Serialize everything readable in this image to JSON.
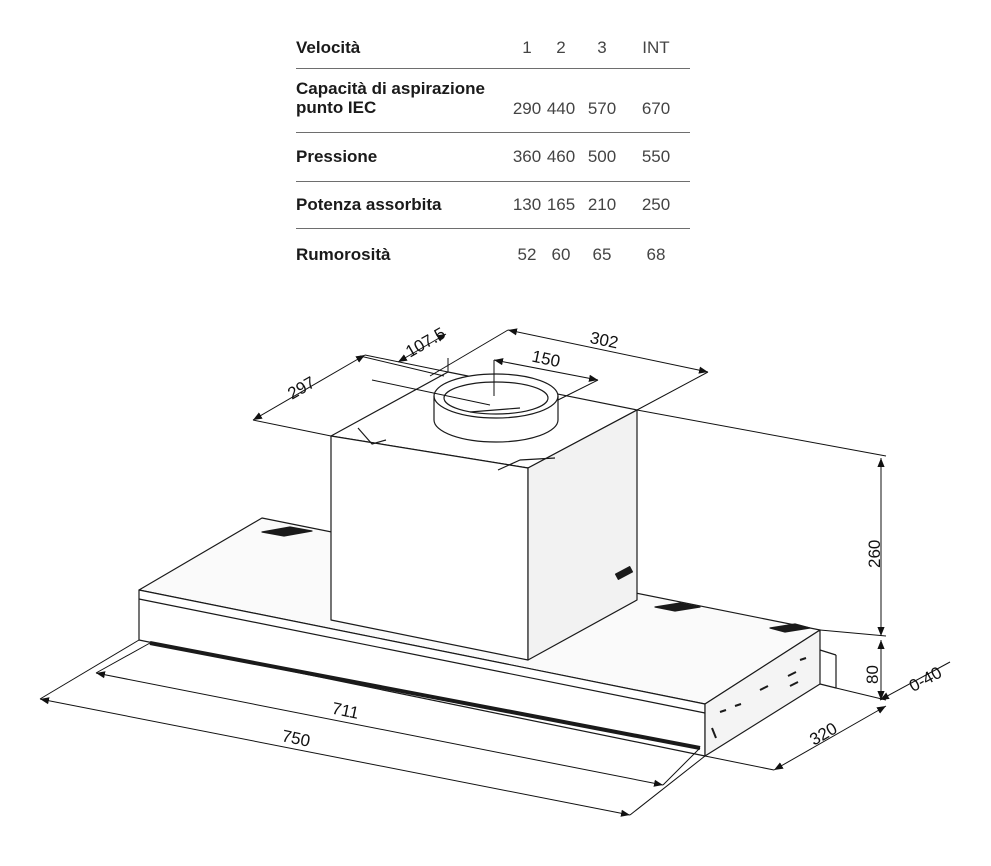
{
  "table": {
    "header": {
      "label": "Velocità",
      "values": [
        "1",
        "2",
        "3",
        "INT"
      ]
    },
    "rows": [
      {
        "label": "Capacità di aspirazione punto IEC",
        "values": [
          "290",
          "440",
          "570",
          "670"
        ]
      },
      {
        "label": "Pressione",
        "values": [
          "360",
          "460",
          "500",
          "550"
        ]
      },
      {
        "label": "Potenza assorbita",
        "values": [
          "130",
          "165",
          "210",
          "250"
        ]
      },
      {
        "label": "Rumorosità",
        "values": [
          "52",
          "60",
          "65",
          "68"
        ]
      }
    ]
  },
  "dimensions": {
    "d_1075": "107.5",
    "d_302": "302",
    "d_150": "150",
    "d_297": "297",
    "d_260": "260",
    "d_80": "80",
    "d_040": "0-40",
    "d_320": "320",
    "d_711": "711",
    "d_750": "750"
  },
  "colors": {
    "line": "#1a1a1a",
    "rule": "#6e6e6e"
  }
}
